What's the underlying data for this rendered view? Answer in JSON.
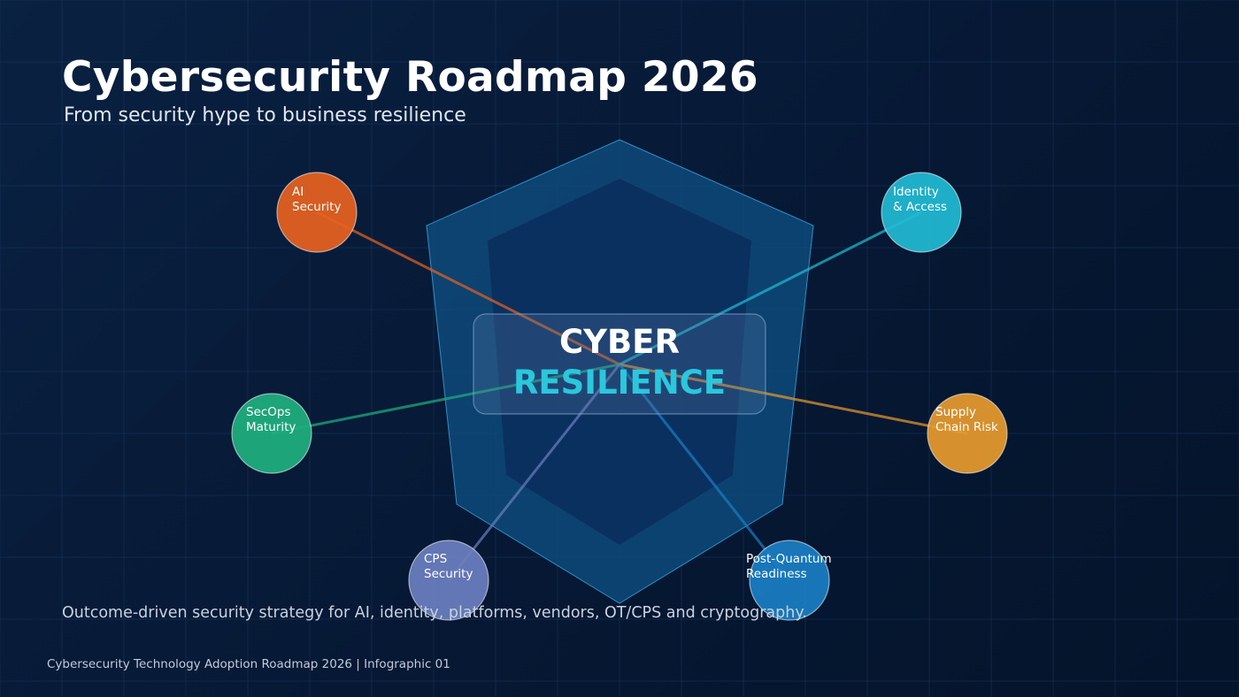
{
  "header": {
    "title": "Cybersecurity Roadmap 2026",
    "subtitle": "From security hype to business resilience"
  },
  "center": {
    "line1": "CYBER",
    "line2": "RESILIENCE"
  },
  "nodes": [
    {
      "id": "ai-security",
      "lines": [
        "AI",
        "Security"
      ],
      "color": "#e8621f"
    },
    {
      "id": "identity-access",
      "lines": [
        "Identity",
        "& Access"
      ],
      "color": "#22bcd4"
    },
    {
      "id": "secops-maturity",
      "lines": [
        "SecOps",
        "Maturity"
      ],
      "color": "#20b07f"
    },
    {
      "id": "supply-chain-risk",
      "lines": [
        "Supply",
        "Chain Risk"
      ],
      "color": "#e89b2f"
    },
    {
      "id": "cps-security",
      "lines": [
        "CPS",
        "Security"
      ],
      "color": "#6b7fc0"
    },
    {
      "id": "post-quantum-readiness",
      "lines": [
        "Post-Quantum",
        "Readiness"
      ],
      "color": "#1a7fc4"
    }
  ],
  "tagline": "Outcome-driven security strategy for AI, identity, platforms, vendors, OT/CPS and cryptography.",
  "footer": "Cybersecurity Technology Adoption Roadmap 2026  |  Infographic 01",
  "colors": {
    "shield_outer": "#0e4a7a",
    "shield_inner": "#0a3160",
    "accent_cyan": "#2ac7dd"
  }
}
